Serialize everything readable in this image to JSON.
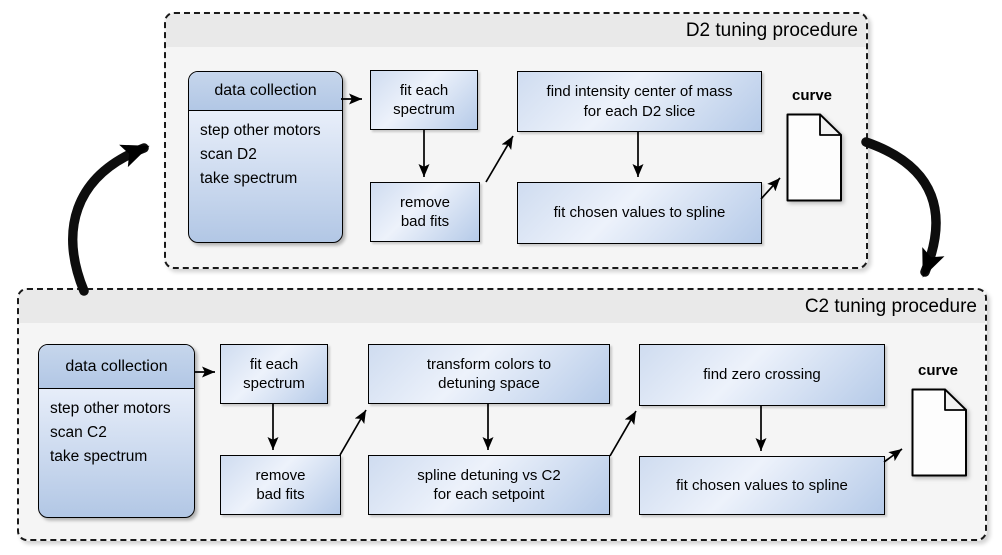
{
  "d2": {
    "title": "D2 tuning procedure",
    "data_collection": {
      "header": "data collection",
      "body": "step other motors\nscan D2\ntake spectrum"
    },
    "steps": {
      "fit_each_spectrum": "fit each\nspectrum",
      "remove_bad_fits": "remove\nbad fits",
      "find_intensity": "find intensity center of mass\nfor each D2 slice",
      "fit_chosen": "fit chosen values to spline"
    },
    "output_label": "curve"
  },
  "c2": {
    "title": "C2 tuning procedure",
    "data_collection": {
      "header": "data collection",
      "body": "step other motors\nscan C2\ntake spectrum"
    },
    "steps": {
      "fit_each_spectrum": "fit each\nspectrum",
      "remove_bad_fits": "remove\nbad fits",
      "transform_colors": "transform colors to\ndetuning space",
      "spline_detuning": "spline detuning vs C2\nfor each setpoint",
      "find_zero_crossing": "find zero crossing",
      "fit_chosen": "fit chosen values to spline"
    },
    "output_label": "curve"
  },
  "colors": {
    "box_fill_light": "#edf2fb",
    "box_fill_dark": "#b5cae8",
    "group_fill": "#f5f5f5",
    "group_strip": "#e9e9e9",
    "stroke": "#000000"
  }
}
